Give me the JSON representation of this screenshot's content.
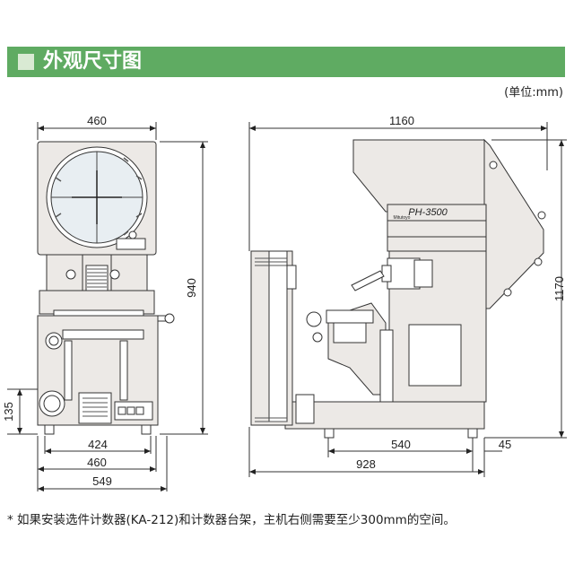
{
  "header": {
    "title": "外观尺寸图"
  },
  "unit": "(单位:mm)",
  "front_view": {
    "width_top": "460",
    "height": "940",
    "offset": "135",
    "base_424": "424",
    "base_460": "460",
    "base_549": "549"
  },
  "side_view": {
    "width_top": "1160",
    "height": "1170",
    "model_label": "PH-3500",
    "brand_label": "Mitutoyo",
    "dim_540": "540",
    "dim_45": "45",
    "dim_928": "928"
  },
  "note": "* 如果安装选件计数器(KA-212)和计数器台架，主机右侧需要至少300mm的空间。",
  "colors": {
    "header": "#5fab62",
    "body": "#ece9e6",
    "screen": "#e8eef2",
    "dark": "#3c3c3c"
  }
}
